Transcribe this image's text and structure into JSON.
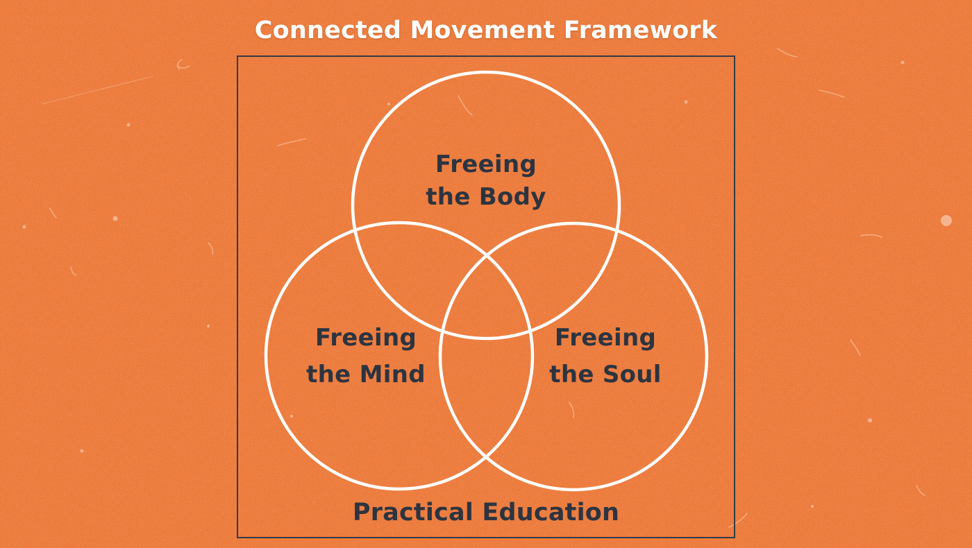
{
  "diagram": {
    "type": "venn",
    "title": "Connected Movement Framework",
    "container_label": "Practical Education",
    "sets": [
      {
        "id": "body",
        "line1": "Freeing",
        "line2": "the Body",
        "position": "top"
      },
      {
        "id": "mind",
        "line1": "Freeing",
        "line2": "the Mind",
        "position": "bottom-left"
      },
      {
        "id": "soul",
        "line1": "Freeing",
        "line2": "the Soul",
        "position": "bottom-right"
      }
    ],
    "colors": {
      "background": "#ec7b3c",
      "circle_stroke": "#ffffff",
      "label_text": "#2d3440",
      "frame_stroke": "#333a47",
      "title_text": "#ffffff"
    }
  }
}
